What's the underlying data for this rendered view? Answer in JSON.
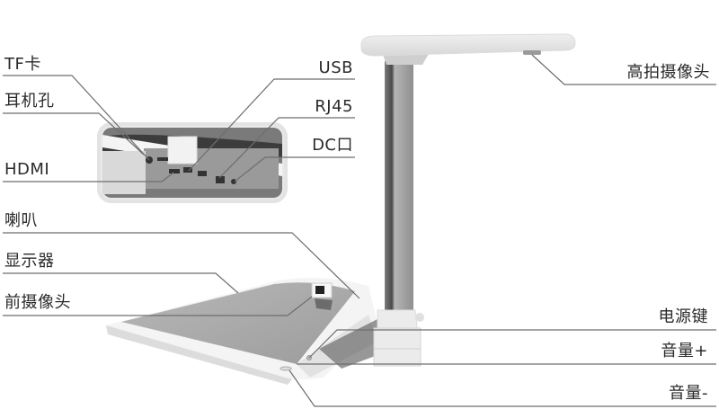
{
  "diagram": {
    "type": "product-callout",
    "subject": "document camera / booth device",
    "colors": {
      "leader_line": "#6e6e6e",
      "label_text": "#2a2a2a",
      "body_white": "#f2f2f2",
      "screen_gray": "#a9a9a9",
      "pole_gray": "#9a9a9a",
      "port_panel": "#8c8c8c"
    },
    "labels_left": [
      {
        "id": "tf-card",
        "text": "TF卡"
      },
      {
        "id": "headphone-jack",
        "text": "耳机孔"
      },
      {
        "id": "hdmi",
        "text": "HDMI"
      },
      {
        "id": "speaker",
        "text": "喇叭"
      },
      {
        "id": "display",
        "text": "显示器"
      },
      {
        "id": "front-camera",
        "text": "前摄像头"
      }
    ],
    "labels_right": [
      {
        "id": "usb",
        "text": "USB"
      },
      {
        "id": "rj45",
        "text": "RJ45"
      },
      {
        "id": "dc-port",
        "text": "DC口"
      },
      {
        "id": "overhead-camera",
        "text": "高拍摄像头"
      },
      {
        "id": "power-key",
        "text": "电源键"
      },
      {
        "id": "volume-up",
        "text": "音量+"
      },
      {
        "id": "volume-down",
        "text": "音量-"
      }
    ]
  }
}
